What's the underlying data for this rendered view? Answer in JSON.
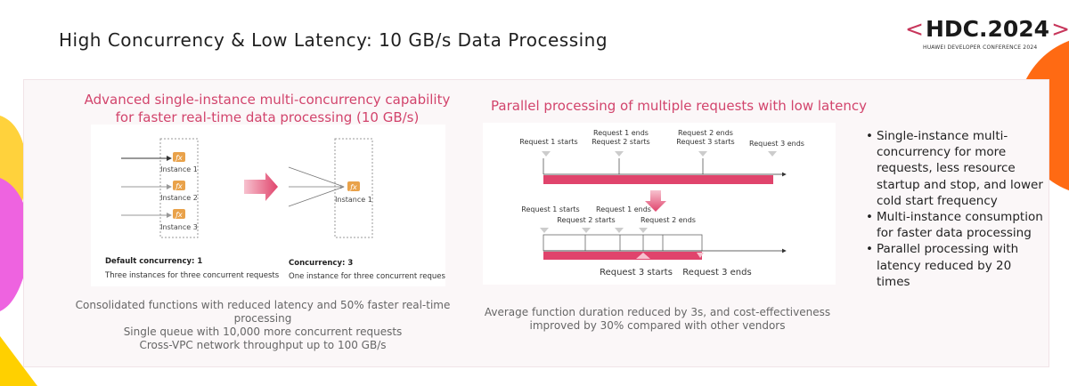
{
  "page": {
    "title": "High Concurrency & Low Latency: 10 GB/s Data Processing"
  },
  "logo": {
    "text": "HDC.2024",
    "subtitle": "HUAWEI DEVELOPER CONFERENCE 2024",
    "left_bracket": "<",
    "right_bracket": ">"
  },
  "left": {
    "title_line1": "Advanced single-instance multi-concurrency capability",
    "title_line2": "for faster real-time data processing (10 GB/s)",
    "default_block": {
      "instances": [
        "Instance 1",
        "Instance 2",
        "Instance 3"
      ],
      "caption_bold": "Default concurrency: 1",
      "caption": "Three instances for three concurrent requests"
    },
    "concurrency_block": {
      "instance": "Instance 1",
      "caption_bold": "Concurrency: 3",
      "caption": "One instance for three concurrent requests"
    },
    "fx_symbol": "ƒx",
    "summary": [
      "Consolidated functions with reduced latency and 50% faster real-time processing",
      "Single queue with 10,000 more concurrent requests",
      "Cross-VPC network throughput up to 100 GB/s"
    ]
  },
  "right": {
    "title": "Parallel processing of multiple requests with low latency",
    "top_timeline": {
      "labels": [
        {
          "line1": "Request 1 starts",
          "line2": ""
        },
        {
          "line1": "Request 1 ends",
          "line2": "Request 2 starts"
        },
        {
          "line1": "Request 2 ends",
          "line2": "Request 3 starts"
        },
        {
          "line1": "Request 3 ends",
          "line2": ""
        }
      ]
    },
    "bottom_timeline": {
      "labels": [
        "Request 1 starts",
        "Request 2 starts",
        "Request 1 ends",
        "Request 2 ends"
      ],
      "below_labels": [
        "Request 3 starts",
        "Request 3 ends"
      ]
    },
    "summary": [
      "Average function duration reduced by 3s, and cost-effectiveness",
      "improved by 30% compared with other vendors"
    ]
  },
  "bullets": [
    "Single-instance multi-concurrency for more requests, less resource startup and stop, and lower cold start frequency",
    "Multi-instance consumption for faster data processing",
    "Parallel processing with latency reduced by 20 times"
  ],
  "colors": {
    "accent": "#d2446c",
    "bar": "#e0446c",
    "fx_badge": "#e9a24a"
  }
}
